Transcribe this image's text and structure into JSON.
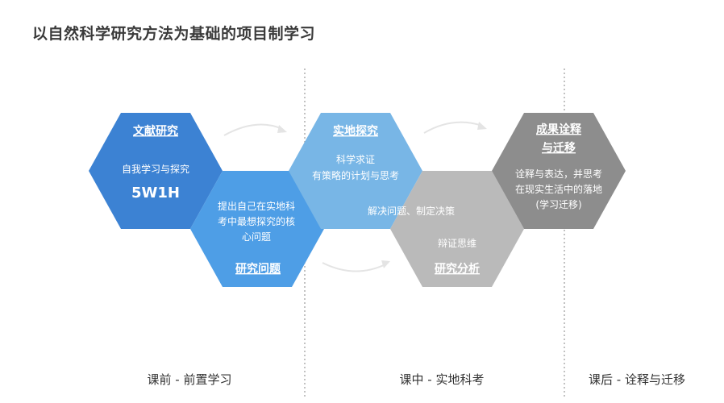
{
  "title": "以自然科学研究方法为基础的项目制学习",
  "colors": {
    "hex_dark_blue": "#3c82d3",
    "hex_mid_blue": "#4e9ee6",
    "hex_light_blue": "#78b6e6",
    "hex_light_gray": "#bababa",
    "hex_dark_gray": "#8d8d8d",
    "divider": "#9a9a9a",
    "arrow": "#e4e4e4"
  },
  "hexagons": {
    "literature": {
      "heading": "文献研究",
      "body": "自我学习与探究",
      "big": "5W1H"
    },
    "question": {
      "body_lines": [
        "提出自己在实地科",
        "考中最想探究的核",
        "心问题"
      ],
      "heading": "研究问题"
    },
    "field": {
      "heading": "实地探究",
      "body_lines": [
        "科学求证",
        "有策略的计划与思考"
      ],
      "extra": "解决问题、制定决策"
    },
    "analysis": {
      "body": "辩证思维",
      "heading": "研究分析"
    },
    "results": {
      "heading_lines": [
        "成果诠释",
        "与迁移"
      ],
      "body_lines": [
        "诠释与表达，并思考",
        "在现实生活中的落地",
        "(学习迁移)"
      ]
    }
  },
  "phases": {
    "before": "课前 - 前置学习",
    "during": "课中 - 实地科考",
    "after": "课后 - 诠释与迁移"
  }
}
